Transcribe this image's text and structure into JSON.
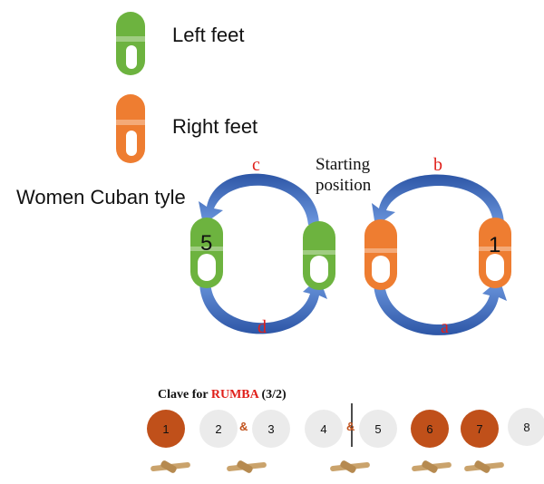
{
  "legend": {
    "left_label": "Left feet",
    "right_label": "Right feet"
  },
  "title": "Women Cuban tyle",
  "starting_position": {
    "line1": "Starting",
    "line2": "position"
  },
  "steps": {
    "a": "a",
    "b": "b",
    "c": "c",
    "d": "d"
  },
  "foot_numbers": {
    "left_inner": "5",
    "right_outer": "1"
  },
  "clave": {
    "title_prefix": "Clave for ",
    "title_accent": "RUMBA",
    "title_suffix": " (3/2)",
    "beats": [
      {
        "label": "1",
        "highlighted": true
      },
      {
        "label": "2",
        "highlighted": false
      },
      {
        "label": "&",
        "type": "and"
      },
      {
        "label": "3",
        "highlighted": false
      },
      {
        "label": "4",
        "highlighted": false
      },
      {
        "label": "&",
        "type": "and"
      },
      {
        "label": "5",
        "highlighted": false
      },
      {
        "label": "6",
        "highlighted": true
      },
      {
        "label": "7",
        "highlighted": true
      },
      {
        "label": "8",
        "highlighted": false
      }
    ]
  },
  "colors": {
    "left_foot": "#6db33f",
    "right_foot": "#ee7d31",
    "arrow": "#3a64b4",
    "arrow_light": "#5b8ad6",
    "step_letter": "#e0201b",
    "beat_highlight": "#c0501a",
    "beat_plain": "#ebebeb",
    "and_color": "#c0501a",
    "stick": "#caa36c"
  },
  "icons": [
    "foot-left-icon",
    "foot-right-icon",
    "curved-arrow-icon",
    "clave-sticks-icon"
  ]
}
